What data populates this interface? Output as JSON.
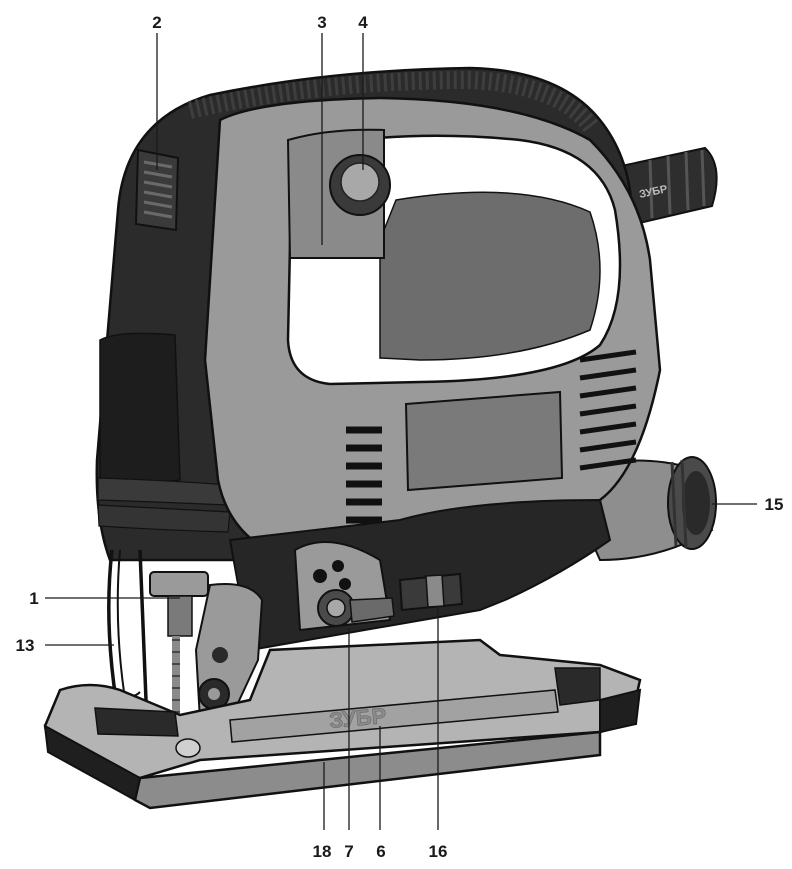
{
  "callouts": {
    "c1": "1",
    "c2": "2",
    "c3": "3",
    "c4": "4",
    "c6": "6",
    "c7": "7",
    "c13": "13",
    "c15": "15",
    "c16": "16",
    "c18": "18"
  },
  "brand_marks": {
    "cord_guard": "ЗУБР",
    "base_plate": "ЗУБР"
  },
  "colors": {
    "body_dark": "#2b2b2b",
    "body_mid": "#5a5a5a",
    "body_light": "#9a9a9a",
    "grip_light": "#b4b4b4",
    "base_light": "#c2c2c2",
    "outline": "#111111"
  }
}
